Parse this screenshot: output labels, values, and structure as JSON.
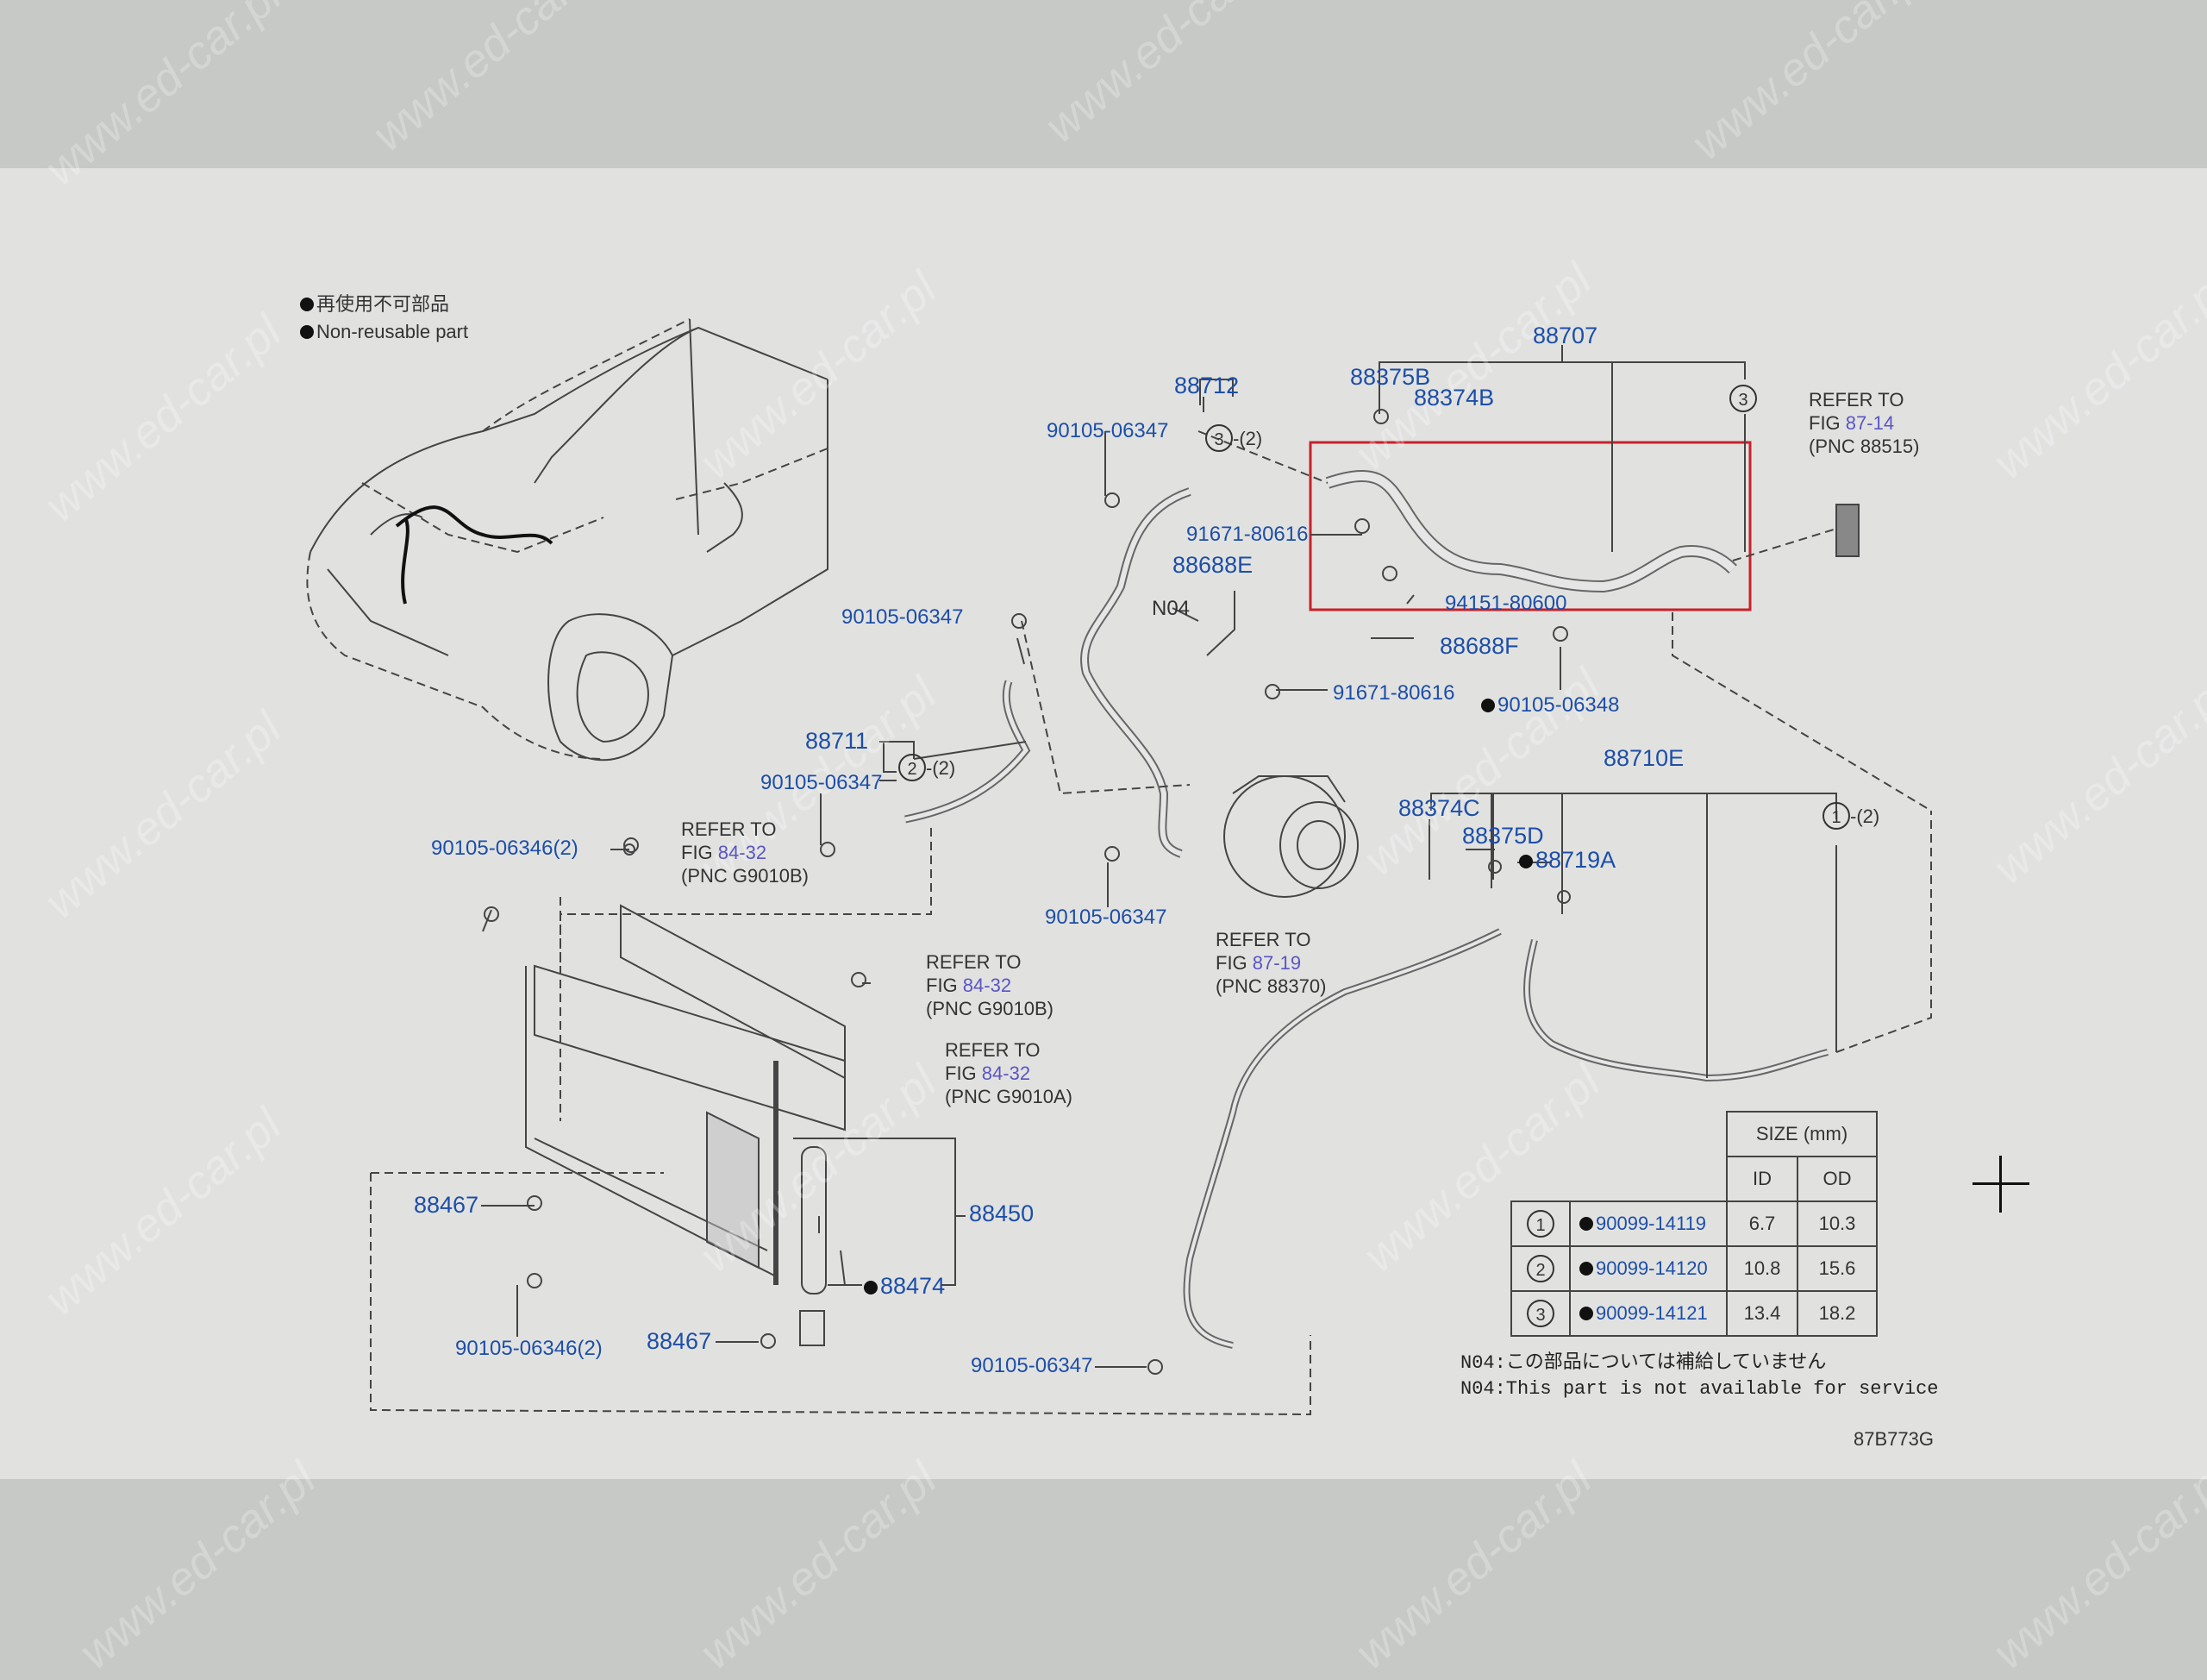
{
  "legend": {
    "jp": "再使用不可部品",
    "en": "Non-reusable part"
  },
  "parts": {
    "p88707": "88707",
    "p88375B": "88375B",
    "p88374B": "88374B",
    "p88712": "88712",
    "p90105_06347_a": "90105-06347",
    "p91671_80616_a": "91671-80616",
    "p88688E": "88688E",
    "n04": "N04",
    "p94151_80600": "94151-80600",
    "p88688F": "88688F",
    "p91671_80616_b": "91671-80616",
    "p90105_06348": "90105-06348",
    "p90105_06347_b": "90105-06347",
    "p88711": "88711",
    "p90105_06347_c": "90105-06347",
    "p90105_06346_a": "90105-06346(2)",
    "p90105_06347_d": "90105-06347",
    "p88710E": "88710E",
    "p88374C": "88374C",
    "p88375D": "88375D",
    "p88719A": "88719A",
    "p88467_a": "88467",
    "p88450": "88450",
    "p88474": "88474",
    "p90105_06346_b": "90105-06346(2)",
    "p88467_b": "88467",
    "p90105_06347_e": "90105-06347"
  },
  "circle_refs": {
    "c3_top": "3",
    "c3_qty": "3",
    "c3_qty_suffix": "-(2)",
    "c2_qty": "2",
    "c2_qty_suffix": "-(2)",
    "c1_qty": "1",
    "c1_qty_suffix": "-(2)"
  },
  "refer_to": [
    {
      "line1": "REFER TO",
      "fig_prefix": "FIG ",
      "fig": "87-14",
      "pnc": "(PNC 88515)"
    },
    {
      "line1": "REFER TO",
      "fig_prefix": "FIG ",
      "fig": "84-32",
      "pnc": "(PNC G9010B)"
    },
    {
      "line1": "REFER TO",
      "fig_prefix": "FIG ",
      "fig": "87-19",
      "pnc": "(PNC 88370)"
    },
    {
      "line1": "REFER TO",
      "fig_prefix": "FIG ",
      "fig": "84-32",
      "pnc": "(PNC G9010B)"
    },
    {
      "line1": "REFER TO",
      "fig_prefix": "FIG ",
      "fig": "84-32",
      "pnc": "(PNC G9010A)"
    }
  ],
  "size_table": {
    "title": "SIZE (mm)",
    "col_id": "ID",
    "col_od": "OD",
    "rows": [
      {
        "ref": "1",
        "part": "90099-14119",
        "id": "6.7",
        "od": "10.3"
      },
      {
        "ref": "2",
        "part": "90099-14120",
        "id": "10.8",
        "od": "15.6"
      },
      {
        "ref": "3",
        "part": "90099-14121",
        "id": "13.4",
        "od": "18.2"
      }
    ]
  },
  "notes": {
    "jp": "N04:この部品については補給していません",
    "en": "N04:This part is not available for service"
  },
  "figure_code": "87B773G",
  "watermark": "www.ed-car.pl",
  "colors": {
    "part_number": "#1d4ea8",
    "link": "#5a55c4",
    "highlight_box": "#c8202a"
  }
}
